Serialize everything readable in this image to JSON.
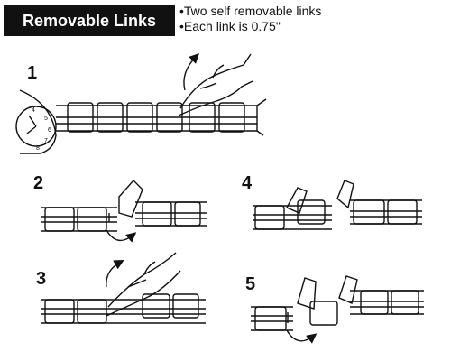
{
  "header": {
    "title": "Removable Links",
    "bullets": [
      "•Two self removable links",
      "•Each link is 0.75\""
    ]
  },
  "steps": [
    {
      "number": "1"
    },
    {
      "number": "2"
    },
    {
      "number": "3"
    },
    {
      "number": "4"
    },
    {
      "number": "5"
    }
  ],
  "colors": {
    "ink": "#111111",
    "background": "#ffffff"
  }
}
